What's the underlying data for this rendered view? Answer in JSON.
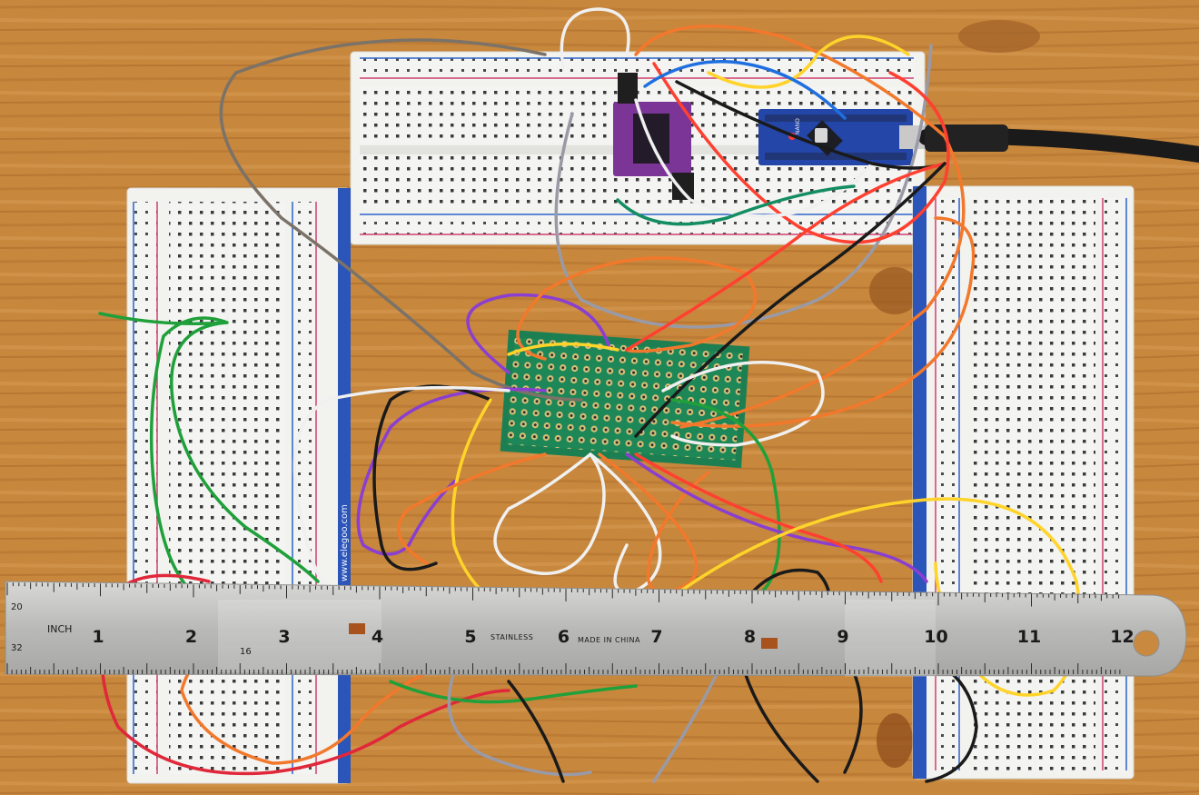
{
  "scene": {
    "ruler": {
      "unit_label": "INCH",
      "numbers": [
        "1",
        "2",
        "3",
        "4",
        "5",
        "6",
        "7",
        "8",
        "9",
        "10",
        "11",
        "12"
      ],
      "text_stainless": "STAINLESS",
      "text_made_in": "MADE IN CHINA",
      "side_top": "20",
      "side_bottom": "32",
      "mark_16": "16"
    },
    "breadboard_brand": "www.elegoo.com",
    "arduino_label": "NANO",
    "colors": {
      "wood": "#c98a3f",
      "breadboard": "#f3f3f1",
      "breadboard_blue": "#2b55b8",
      "perfboard": "#1f8a5a",
      "arduino": "#2446a8",
      "hx711": "#7a3a9a"
    }
  }
}
